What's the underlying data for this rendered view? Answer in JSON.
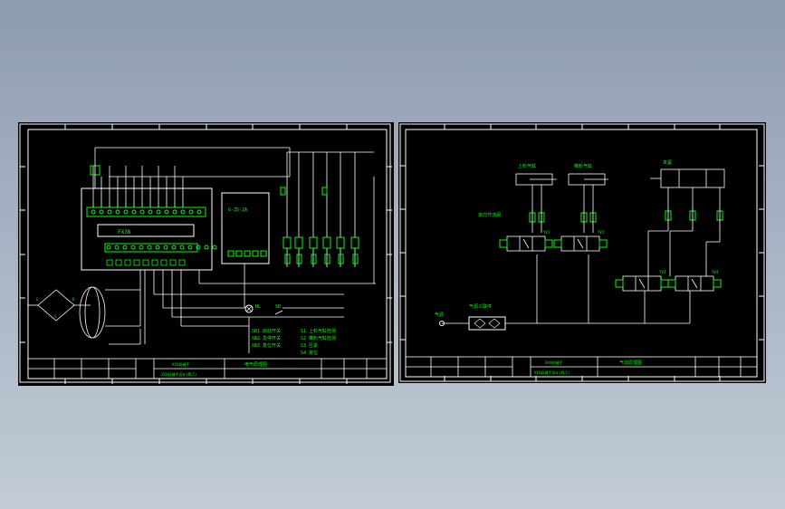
{
  "colors": {
    "background_top": "#8e9cb0",
    "background_bottom": "#c2cbd6",
    "sheet": "#000000",
    "line": "#ffffff",
    "component": "#00ff00",
    "accent": "#ff00ff"
  },
  "left_sheet": {
    "plc_model_label": "FX3N",
    "timer_label": "G-Z5-2A",
    "lamp_label": "HL",
    "switch_label": "SB",
    "legend_left": [
      "SB1 启动开关",
      "SB2 急停开关",
      "SB3 复位开关"
    ],
    "legend_right": [
      "S1 上料气缸检测",
      "S2 推料气缸检测",
      "S3 压紧",
      "S4 复位"
    ],
    "title_block": {
      "drawing_title": "电气原理图",
      "project": "XXX机械手",
      "subtitle": "XXX机械手设计(PLC)"
    }
  },
  "right_sheet": {
    "cylinder_labels": [
      "上料气缸",
      "推料气缸",
      "夹紧"
    ],
    "throttle_label": "单向节流阀",
    "air_source_label": "气源",
    "frl_label": "气源三联件",
    "valve_labels": [
      "YV1",
      "YV2",
      "YV3",
      "YV4"
    ],
    "title_block": {
      "drawing_title": "气动原理图",
      "project": "XXX机械手",
      "subtitle": "XXX机械手设计(PLC)"
    }
  }
}
